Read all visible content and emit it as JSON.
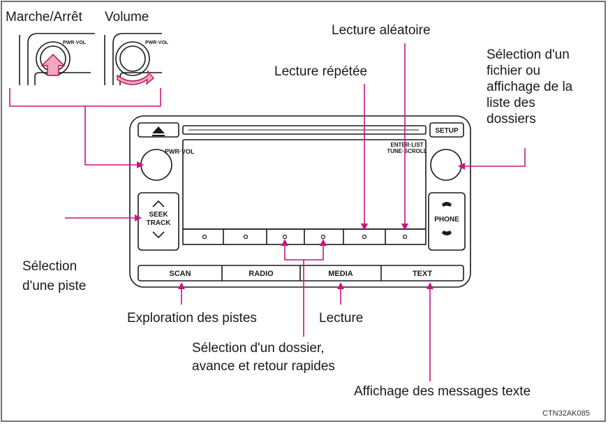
{
  "labels": {
    "power": "Marche/Arrêt",
    "volume": "Volume",
    "random": "Lecture aléatoire",
    "repeat": "Lecture répétée",
    "select_file": [
      "Sélection d'un",
      "fichier ou",
      "affichage de la",
      "liste des",
      "dossiers"
    ],
    "select_track": [
      "Sélection",
      "d'une piste"
    ],
    "scan_tracks": "Exploration des pistes",
    "play": "Lecture",
    "select_folder": [
      "Sélection d'un dossier,",
      "avance et retour rapides"
    ],
    "text_messages": "Affichage des messages texte"
  },
  "unit": {
    "pwr_vol": "PWR·VOL",
    "enter_list": "ENTER·LIST",
    "tune_scroll": "TUNE·SCROLL",
    "setup": "SETUP",
    "seek": "SEEK",
    "track": "TRACK",
    "phone": "PHONE",
    "scan": "SCAN",
    "radio": "RADIO",
    "media": "MEDIA",
    "text": "TEXT"
  },
  "figure_code": "CTN32AK085",
  "colors": {
    "leader": "#c8157f",
    "outline": "#1a1a1a",
    "arrow_fill": "#f2a7bd",
    "panel": "#ffffff"
  }
}
